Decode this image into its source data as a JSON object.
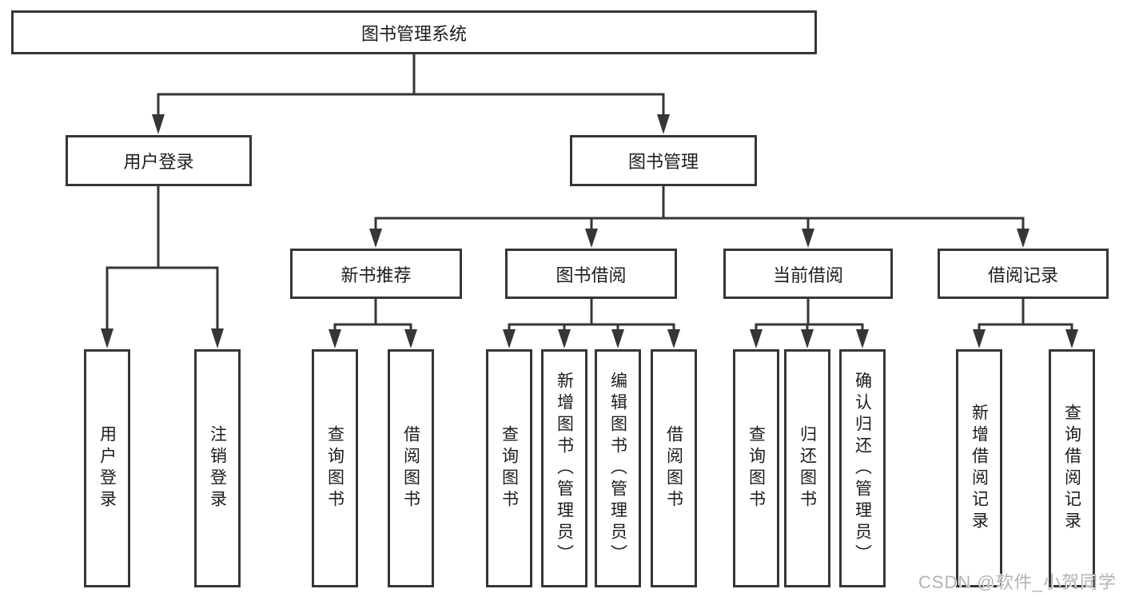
{
  "diagram": {
    "type": "tree",
    "title": "图书管理系统",
    "nodes": {
      "root": "图书管理系统",
      "level2": [
        "用户登录",
        "图书管理"
      ],
      "level3": [
        "新书推荐",
        "图书借阅",
        "当前借阅",
        "借阅记录"
      ],
      "user_login_children": [
        "用户登录",
        "注销登录"
      ],
      "new_book_children": [
        "查询图书",
        "借阅图书"
      ],
      "book_borrow_children": [
        "查询图书",
        "新增图书（管理员）",
        "编辑图书（管理员）",
        "借阅图书"
      ],
      "current_borrow_children": [
        "查询图书",
        "归还图书",
        "确认归还（管理员）"
      ],
      "borrow_record_children": [
        "新增借阅记录",
        "查询借阅记录"
      ]
    },
    "colors": {
      "line": "#363636",
      "text": "#1c1c1c",
      "background": "#ffffff",
      "watermark": "#b3b3b3"
    }
  },
  "watermark": "CSDN @软件_小贺同学"
}
